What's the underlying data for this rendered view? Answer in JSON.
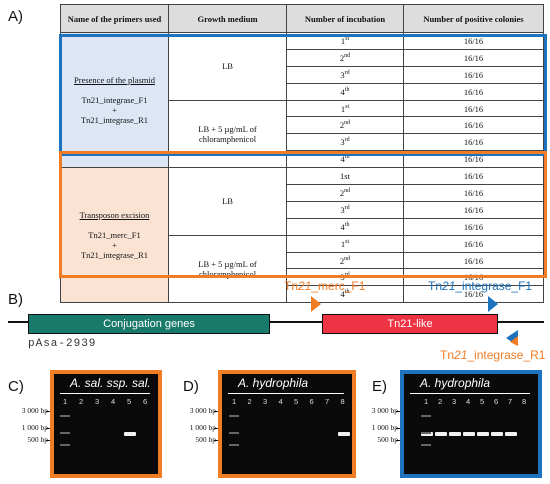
{
  "panel_a": {
    "label": "A)",
    "headers": [
      "Name of the primers used",
      "Growth medium",
      "Number of incubation",
      "Number of positive colonies"
    ],
    "groups": [
      {
        "title": "Presence of the plasmid",
        "primer1": "Tn21_integrase_F1",
        "plus": "+",
        "primer2": "Tn21_integrase_R1",
        "color": "#dce6f4",
        "media": [
          {
            "name": "LB",
            "rows": [
              {
                "num": "1",
                "sup": "st",
                "val": "16/16"
              },
              {
                "num": "2",
                "sup": "nd",
                "val": "16/16"
              },
              {
                "num": "3",
                "sup": "rd",
                "val": "16/16"
              },
              {
                "num": "4",
                "sup": "th",
                "val": "16/16"
              }
            ]
          },
          {
            "name": "LB + 5 µg/mL of chloramphenicol",
            "rows": [
              {
                "num": "1",
                "sup": "st",
                "val": "16/16"
              },
              {
                "num": "2",
                "sup": "nd",
                "val": "16/16"
              },
              {
                "num": "3",
                "sup": "rd",
                "val": "16/16"
              },
              {
                "num": "4",
                "sup": "th",
                "val": "16/16"
              }
            ]
          }
        ]
      },
      {
        "title": "Transposon excision",
        "primer1": "Tn21_merc_F1",
        "plus": "+",
        "primer2": "Tn21_integrase_R1",
        "color": "#fbe3d4",
        "media": [
          {
            "name": "LB",
            "rows": [
              {
                "num": "1st",
                "sup": "",
                "val": "16/16"
              },
              {
                "num": "2",
                "sup": "nd",
                "val": "16/16"
              },
              {
                "num": "3",
                "sup": "rd",
                "val": "16/16"
              },
              {
                "num": "4",
                "sup": "th",
                "val": "16/16"
              }
            ]
          },
          {
            "name": "LB + 5 µg/mL of chloramphenicol",
            "rows": [
              {
                "num": "1",
                "sup": "st",
                "val": "16/16"
              },
              {
                "num": "2",
                "sup": "nd",
                "val": "16/16"
              },
              {
                "num": "3",
                "sup": "rd",
                "val": "16/16"
              },
              {
                "num": "4",
                "sup": "th",
                "val": "16/16"
              }
            ]
          }
        ]
      }
    ]
  },
  "panel_b": {
    "label": "B)",
    "primer_merc_prefix": "Tn",
    "primer_merc_italic": "21",
    "primer_merc_suffix": "_merc_F1",
    "primer_int_f_prefix": "Tn",
    "primer_int_f_italic": "21",
    "primer_int_f_suffix": "_integrase_F1",
    "primer_int_r_prefix": "Tn",
    "primer_int_r_italic": "21",
    "primer_int_r_suffix": "_integrase_R1",
    "gene_conjugation": "Conjugation genes",
    "gene_tn21": "Tn21-like",
    "plasmid_name": "pAsa-2939",
    "color_orange": "#f07c25",
    "color_blue": "#1e73be",
    "color_conj": "#1a7a6a",
    "color_tn21": "#ee3344"
  },
  "gels": [
    {
      "label": "C)",
      "title": "A. sal. ssp. sal.",
      "lanes": [
        "1",
        "2",
        "3",
        "4",
        "5",
        "6"
      ],
      "markers": [
        "3 000 bp",
        "1 000 bp",
        "500 bp"
      ],
      "positive_lanes": [
        "5"
      ],
      "border": "#f07c25"
    },
    {
      "label": "D)",
      "title": "A. hydrophila",
      "lanes": [
        "1",
        "2",
        "3",
        "4",
        "5",
        "6",
        "7",
        "8"
      ],
      "markers": [
        "3 000 bp",
        "1 000 bp",
        "500 bp"
      ],
      "positive_lanes": [
        "8"
      ],
      "border": "#f07c25"
    },
    {
      "label": "E)",
      "title": "A. hydrophila",
      "lanes": [
        "1",
        "2",
        "3",
        "4",
        "5",
        "6",
        "7",
        "8"
      ],
      "markers": [
        "3 000 bp",
        "1 000 bp",
        "500 bp"
      ],
      "positive_lanes": [
        "1",
        "2",
        "3",
        "4",
        "5",
        "6",
        "7"
      ],
      "border": "#1e73be"
    }
  ]
}
